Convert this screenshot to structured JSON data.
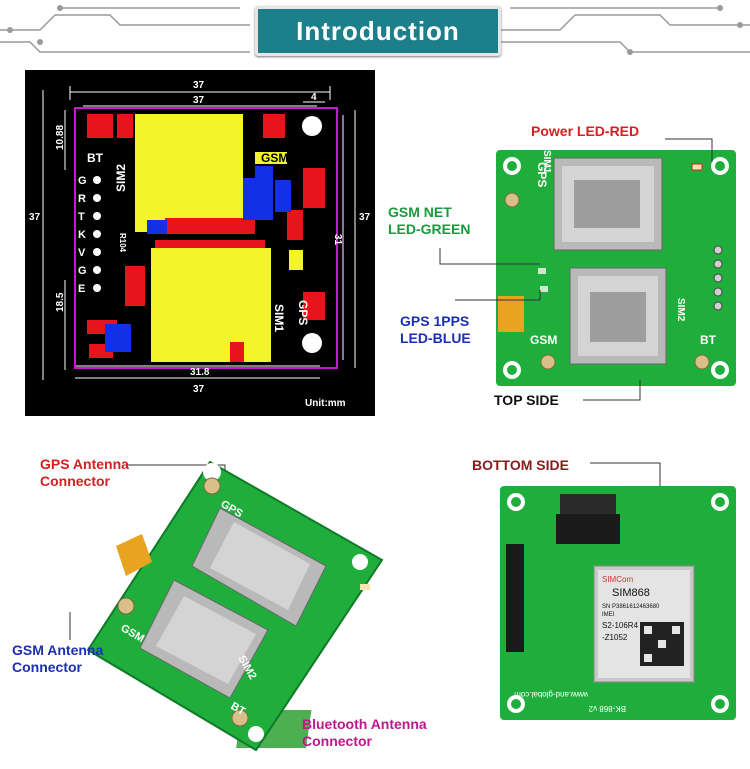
{
  "header": {
    "title": "Introduction"
  },
  "drawing": {
    "top_width": "37",
    "inner_width": "37",
    "side_height": "37",
    "side_height_right": "37",
    "bottom_width": "37",
    "bottom_inner": "31.8",
    "right_inner": "31",
    "left_dim_top": "10.88",
    "left_dim_bottom": "18.5",
    "small_top": "4",
    "unit": "Unit:mm",
    "pin_labels": [
      "G",
      "R",
      "T",
      "K",
      "V",
      "G",
      "E"
    ],
    "silk_sim2": "SIM2",
    "silk_bt": "BT",
    "silk_gsm": "GSM",
    "silk_gps": "GPS",
    "silk_sim1": "SIM1",
    "silk_r104": "R104"
  },
  "top_side": {
    "power_led": "Power LED-RED",
    "gsm_net_line1": "GSM NET",
    "gsm_net_line2": "LED-GREEN",
    "gps_pps_line1": "GPS 1PPS",
    "gps_pps_line2": "LED-BLUE",
    "caption": "TOP SIDE",
    "silk_gps": "GPS",
    "silk_gsm": "GSM",
    "silk_bt": "BT",
    "silk_sim1": "SIM1",
    "silk_sim2": "SIM2"
  },
  "angled": {
    "gps_line1": "GPS Antenna",
    "gps_line2": "Connector",
    "gsm_line1": "GSM Antenna",
    "gsm_line2": "Connector",
    "bt_line1": "Bluetooth Antenna",
    "bt_line2": "Connector",
    "silk_gps": "GPS",
    "silk_gsm": "GSM",
    "silk_bt": "BT",
    "silk_sim2": "SIM2"
  },
  "bottom_side": {
    "caption": "BOTTOM SIDE",
    "chip_brand": "SIMCom",
    "chip_model": "SIM868",
    "chip_sn": "SN P3861612463680",
    "chip_imei": "IMEI",
    "chip_rev": "S2-106R4",
    "chip_code": "-Z1052",
    "url": "www.and-global.com",
    "board_id": "BK-868 v2"
  },
  "colors": {
    "banner": "#1c7f8a",
    "pcb_green": "#1fae3c",
    "pad_yellow": "#f3f52a",
    "pad_red": "#e8141b",
    "pad_blue": "#1430e6",
    "outline_magenta": "#c21ad1"
  }
}
